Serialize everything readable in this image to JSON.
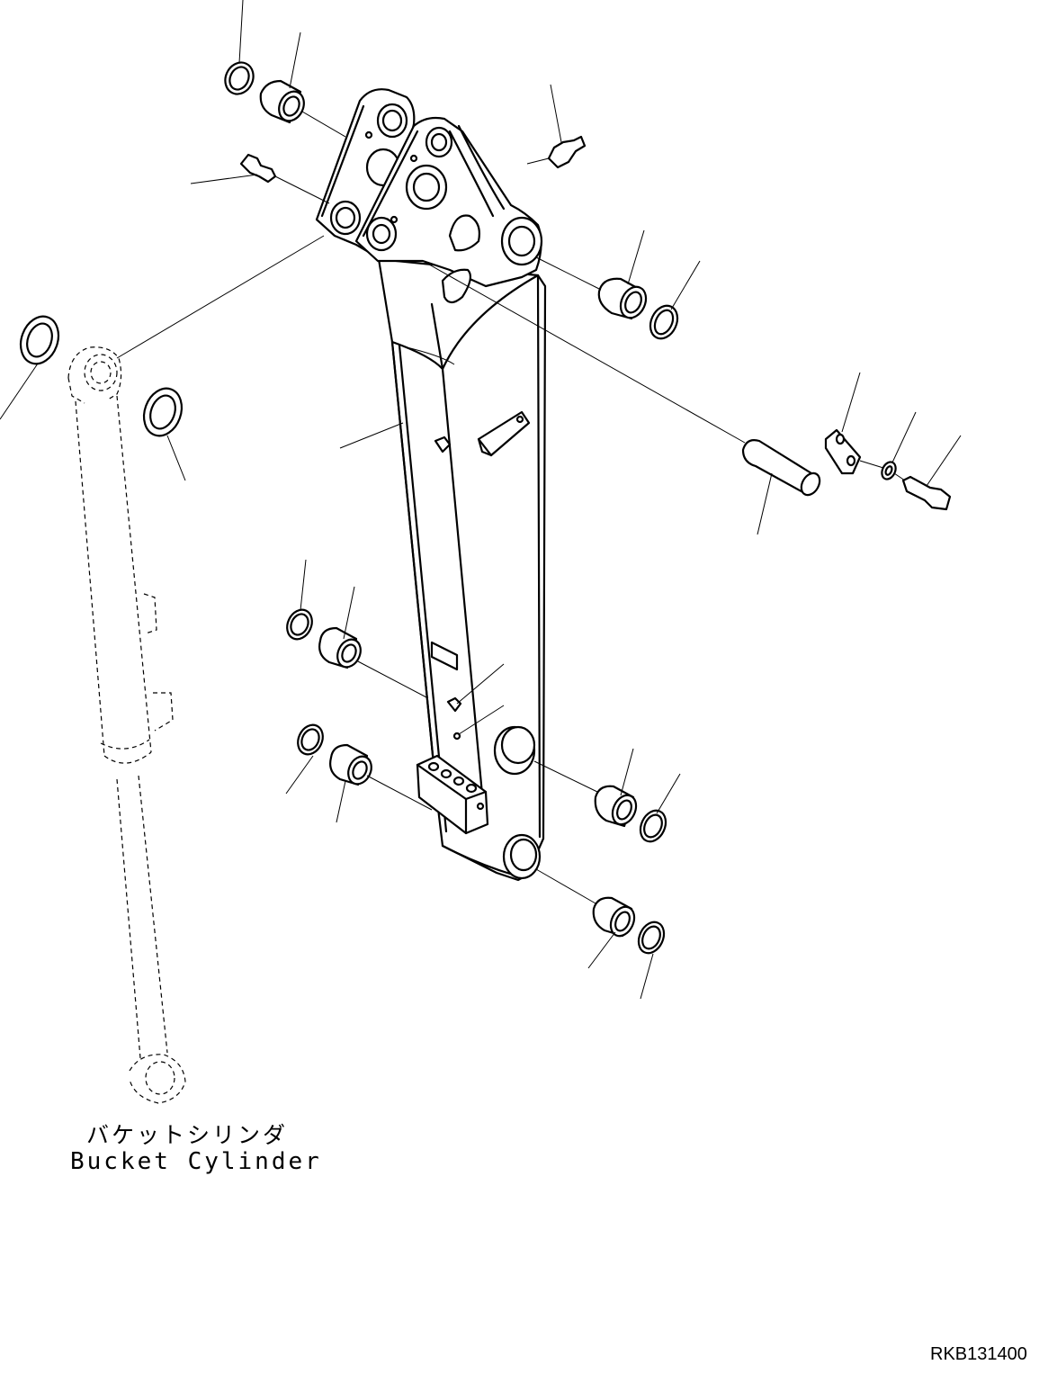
{
  "labels": {
    "bucket_cylinder_jp": "バケットシリンダ",
    "bucket_cylinder_en": "Bucket Cylinder",
    "figure_code": "RKB131400"
  },
  "colors": {
    "line": "#000000",
    "background": "#ffffff"
  }
}
